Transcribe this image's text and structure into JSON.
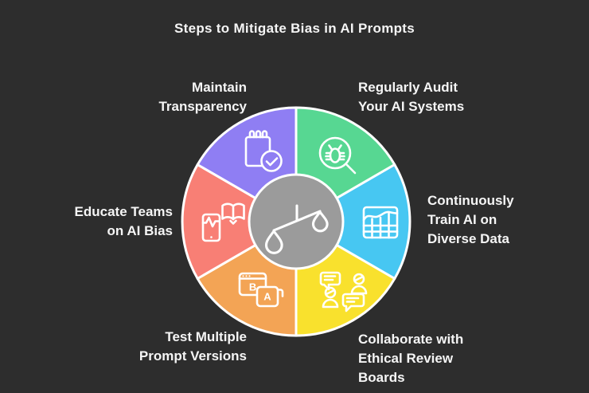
{
  "title": "Steps to Mitigate Bias in AI Prompts",
  "colors": {
    "background": "#2d2d2d",
    "text": "#f5f5f5",
    "wheel_outline": "#ffffff",
    "center_circle": "#9b9b9b"
  },
  "center": {
    "icon": "balance-scale-icon"
  },
  "segments": [
    {
      "name": "regularly-audit",
      "label": "Regularly Audit\nYour AI Systems",
      "color": "#57d792",
      "icon": "bug-magnifier-icon",
      "position": "top-right"
    },
    {
      "name": "continuously-train",
      "label": "Continuously\nTrain AI on\nDiverse Data",
      "color": "#47c7f2",
      "icon": "chart-grid-icon",
      "position": "right"
    },
    {
      "name": "collaborate-boards",
      "label": "Collaborate with\nEthical Review\nBoards",
      "color": "#f9e12d",
      "icon": "discussion-people-icon",
      "position": "bottom-right"
    },
    {
      "name": "test-prompts",
      "label": "Test Multiple\nPrompt Versions",
      "color": "#f3a455",
      "icon": "ab-test-icon",
      "position": "bottom-left"
    },
    {
      "name": "educate-teams",
      "label": "Educate Teams\non AI Bias",
      "color": "#f87f75",
      "icon": "smartphone-book-icon",
      "position": "left"
    },
    {
      "name": "maintain-transparency",
      "label": "Maintain\nTransparency",
      "color": "#8f7ef3",
      "icon": "notepad-check-icon",
      "position": "top-left"
    }
  ]
}
